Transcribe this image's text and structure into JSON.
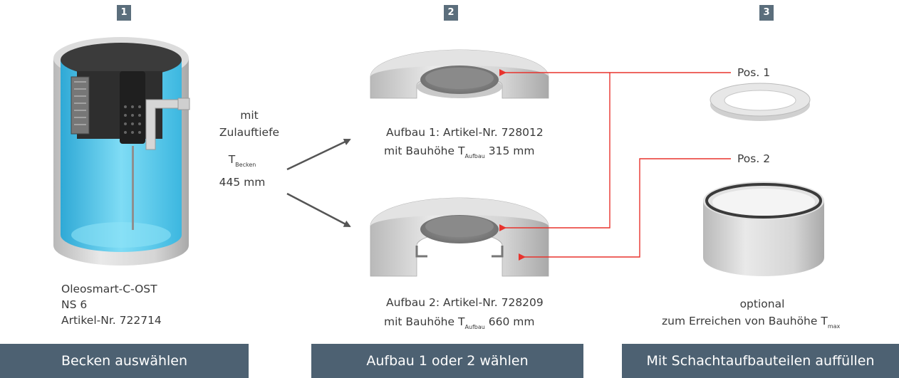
{
  "steps": [
    {
      "number": "1",
      "button": "Becken auswählen"
    },
    {
      "number": "2",
      "button": "Aufbau 1 oder 2 wählen"
    },
    {
      "number": "3",
      "button": "Mit Schachtaufbauteilen auffüllen"
    }
  ],
  "tank": {
    "line1": "Oleosmart-C-OST",
    "line2": "NS 6",
    "line3": "Artikel-Nr. 722714"
  },
  "depth": {
    "line1": "mit",
    "line2": "Zulauftiefe",
    "t_symbol": "T",
    "t_sub": "Becken",
    "value": "445 mm"
  },
  "aufbau1": {
    "line1": "Aufbau 1: Artikel-Nr. 728012",
    "pre": "mit Bauhöhe T",
    "sub": "Aufbau",
    "post": " 315 mm"
  },
  "aufbau2": {
    "line1": "Aufbau 2: Artikel-Nr. 728209",
    "pre": "mit Bauhöhe T",
    "sub": "Aufbau",
    "post": " 660 mm"
  },
  "positions": {
    "pos1": "Pos. 1",
    "pos2": "Pos. 2"
  },
  "optional": {
    "line1": "optional",
    "line2_pre": "zum Erreichen von Bauhöhe T",
    "line2_sub": "max"
  },
  "colors": {
    "badge": "#5b6e7c",
    "button": "#4d6172",
    "arrow_red": "#e8332d",
    "arrow_gray": "#555555",
    "water": "#53c8ea"
  }
}
